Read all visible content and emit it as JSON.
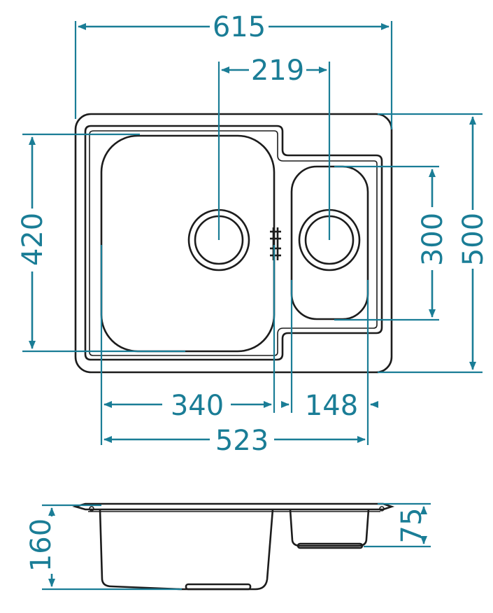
{
  "dimensions": {
    "overall_width": "615",
    "drain_spacing": "219",
    "overall_depth": "500",
    "big_bowl_depth": "420",
    "small_bowl_depth": "300",
    "big_bowl_width": "340",
    "small_bowl_width": "148",
    "bowls_total_width": "523",
    "big_bowl_height": "160",
    "small_bowl_height": "75"
  },
  "colors": {
    "dimension": "#1a7d96",
    "outline": "#1c1c1c",
    "background": "#ffffff"
  }
}
